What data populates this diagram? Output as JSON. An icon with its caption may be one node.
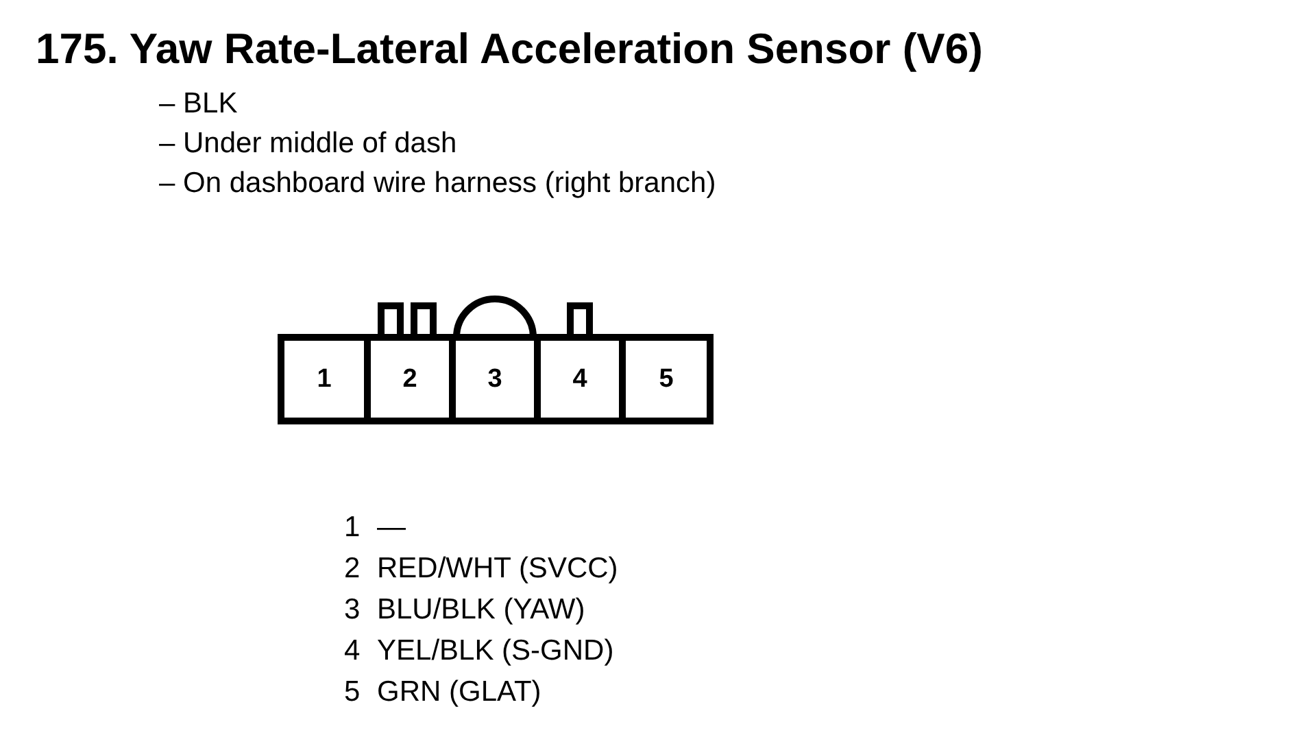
{
  "diagram": {
    "title": "175. Yaw Rate-Lateral Acceleration Sensor (V6)",
    "nodes": [
      {
        "text": [
          "1"
        ]
      },
      {
        "text": [
          "2"
        ]
      },
      {
        "text": [
          "3"
        ]
      },
      {
        "text": [
          "4"
        ]
      },
      {
        "text": [
          "5"
        ]
      }
    ],
    "labels": [
      "– BLK",
      "– Under middle of dash",
      "– On dashboard wire harness (right branch)",
      "1",
      "—",
      "2",
      "RED/WHT (SVCC)",
      "3",
      "BLU/BLK (YAW)",
      "4",
      "YEL/BLK (S-GND)",
      "5",
      "GRN (GLAT)"
    ]
  }
}
